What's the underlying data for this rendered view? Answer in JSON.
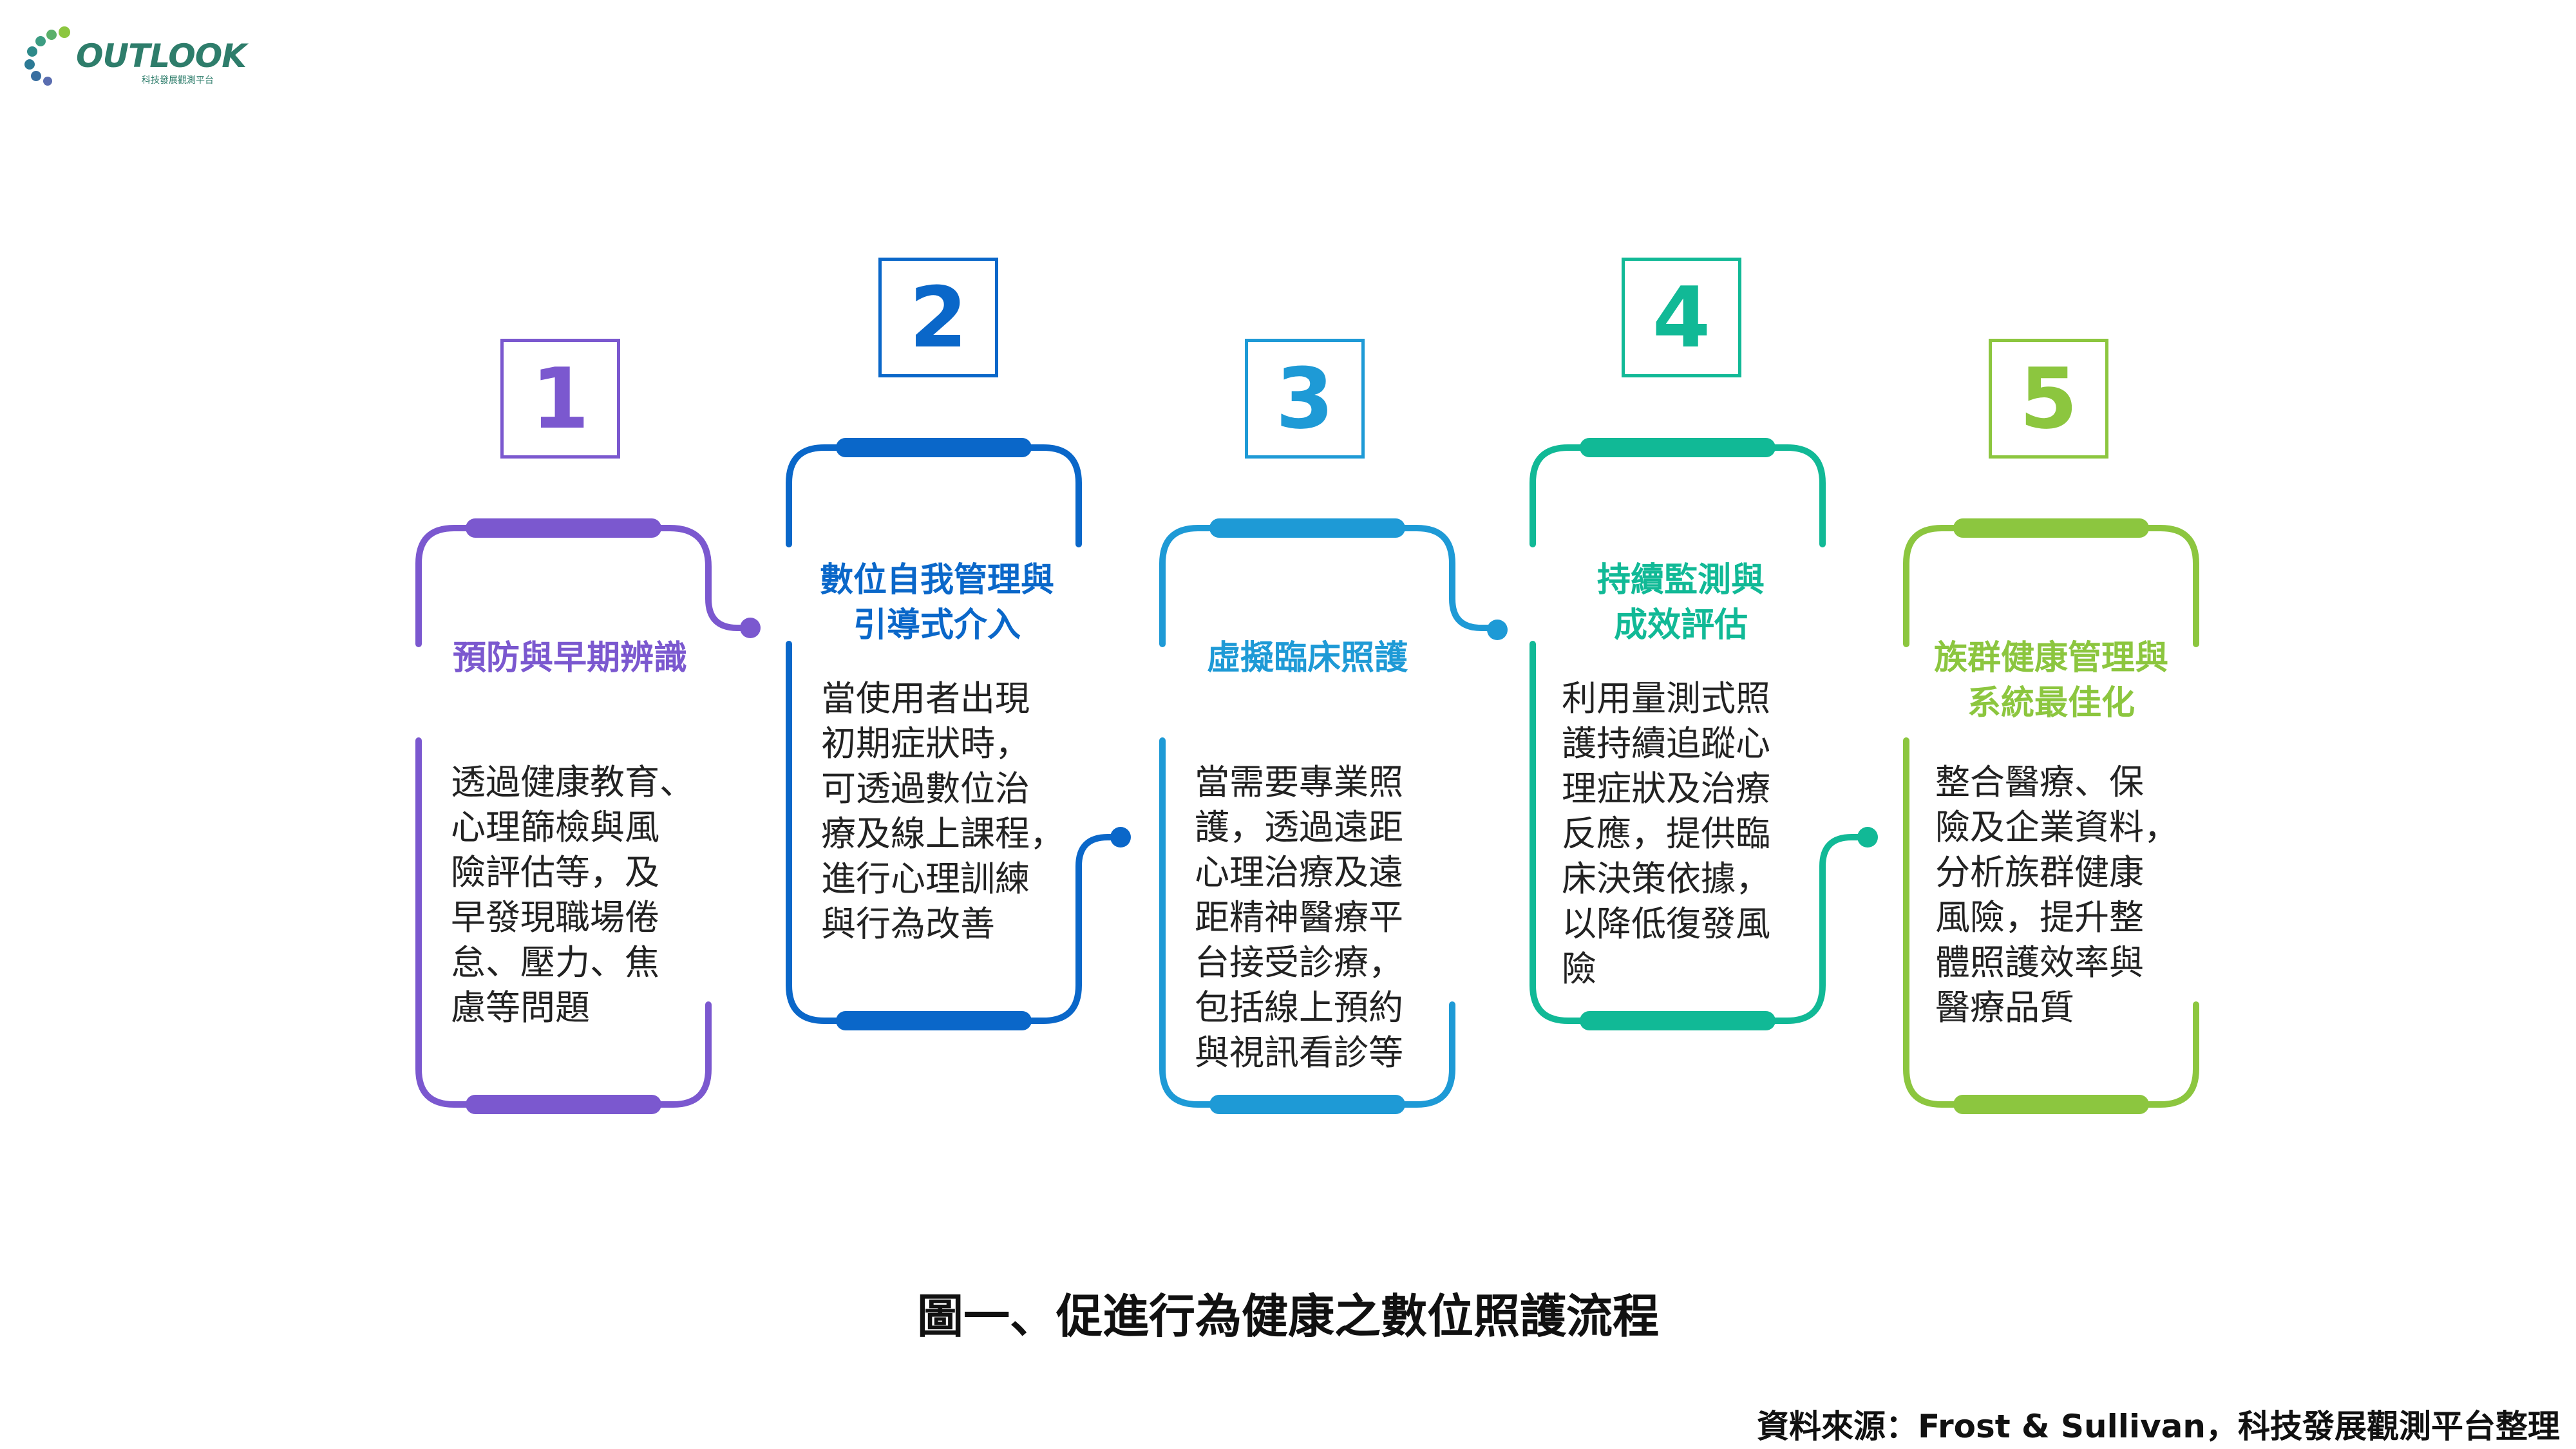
{
  "logo": {
    "wordmark": "OUTLOOK",
    "subtitle": "科技發展觀測平台"
  },
  "steps": [
    {
      "number": "1",
      "title": "預防與早期辨識",
      "body": "透過健康教育、\n心理篩檢與風\n險評估等，及\n早發現職場倦\n怠、壓力、焦\n慮等問題",
      "color": "#7b58cf"
    },
    {
      "number": "2",
      "title": "數位自我管理與\n引導式介入",
      "body": "當使用者出現\n初期症狀時，\n可透過數位治\n療及線上課程，\n進行心理訓練\n與行為改善",
      "color": "#0a67c9"
    },
    {
      "number": "3",
      "title": "虛擬臨床照護",
      "body": "當需要專業照\n護，透過遠距\n心理治療及遠\n距精神醫療平\n台接受診療，\n包括線上預約\n與視訊看診等",
      "color": "#1e9ad6"
    },
    {
      "number": "4",
      "title": "持續監測與\n成效評估",
      "body": "利用量測式照\n護持續追蹤心\n理症狀及治療\n反應，提供臨\n床決策依據，\n以降低復發風\n險",
      "color": "#11b996"
    },
    {
      "number": "5",
      "title": "族群健康管理與\n系統最佳化",
      "body": "整合醫療、保\n險及企業資料，\n分析族群健康\n風險，提升整\n體照護效率與\n醫療品質",
      "color": "#8cc63f"
    }
  ],
  "caption": "圖一、促進行為健康之數位照護流程",
  "source": "資料來源：Frost & Sullivan，科技發展觀測平台整理"
}
